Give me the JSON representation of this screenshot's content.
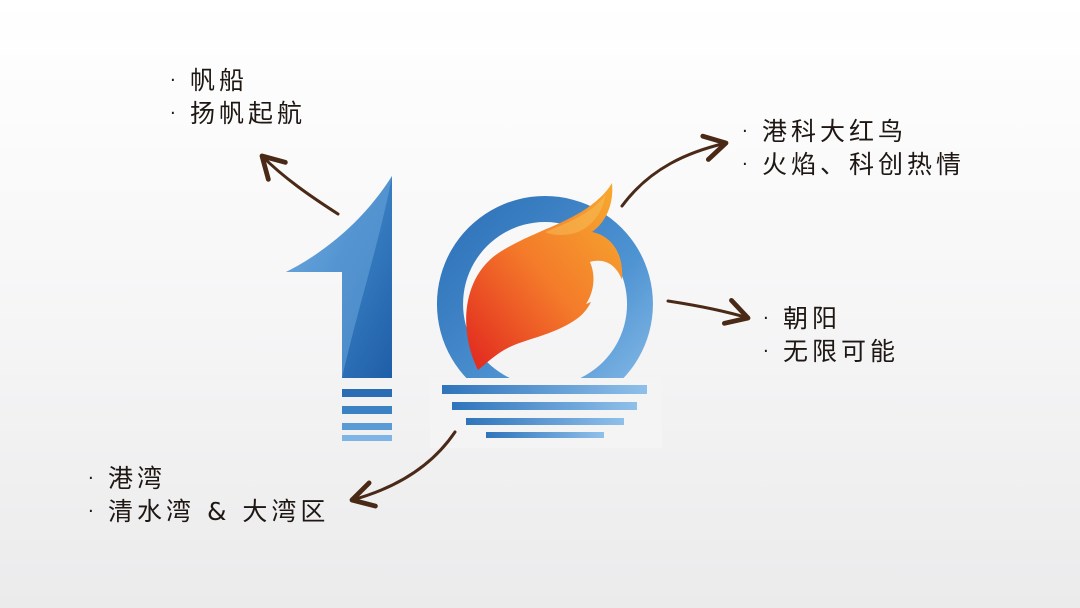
{
  "annotations": {
    "top_left": {
      "item_1": "帆船",
      "item_2": "扬帆起航"
    },
    "top_right": {
      "item_1": "港科大红鸟",
      "item_2": "火焰、科创热情"
    },
    "right": {
      "item_1": "朝阳",
      "item_2": "无限可能"
    },
    "bottom_left": {
      "item_1": "港湾",
      "item_2": "清水湾 & 大湾区"
    }
  },
  "bullet": "·",
  "colors": {
    "blue_dark": "#1f5ea8",
    "blue_mid": "#3b82c4",
    "blue_light": "#7fb5e6",
    "flame_red": "#e1251f",
    "flame_orange": "#f47b2a",
    "flame_yellow": "#f6ad2f",
    "arrow": "#4a2a17",
    "text": "#1e1713"
  },
  "icons": {
    "logo": "hkust-10th-anniversary-logo",
    "arrow": "hand-drawn-arrow-icon"
  }
}
